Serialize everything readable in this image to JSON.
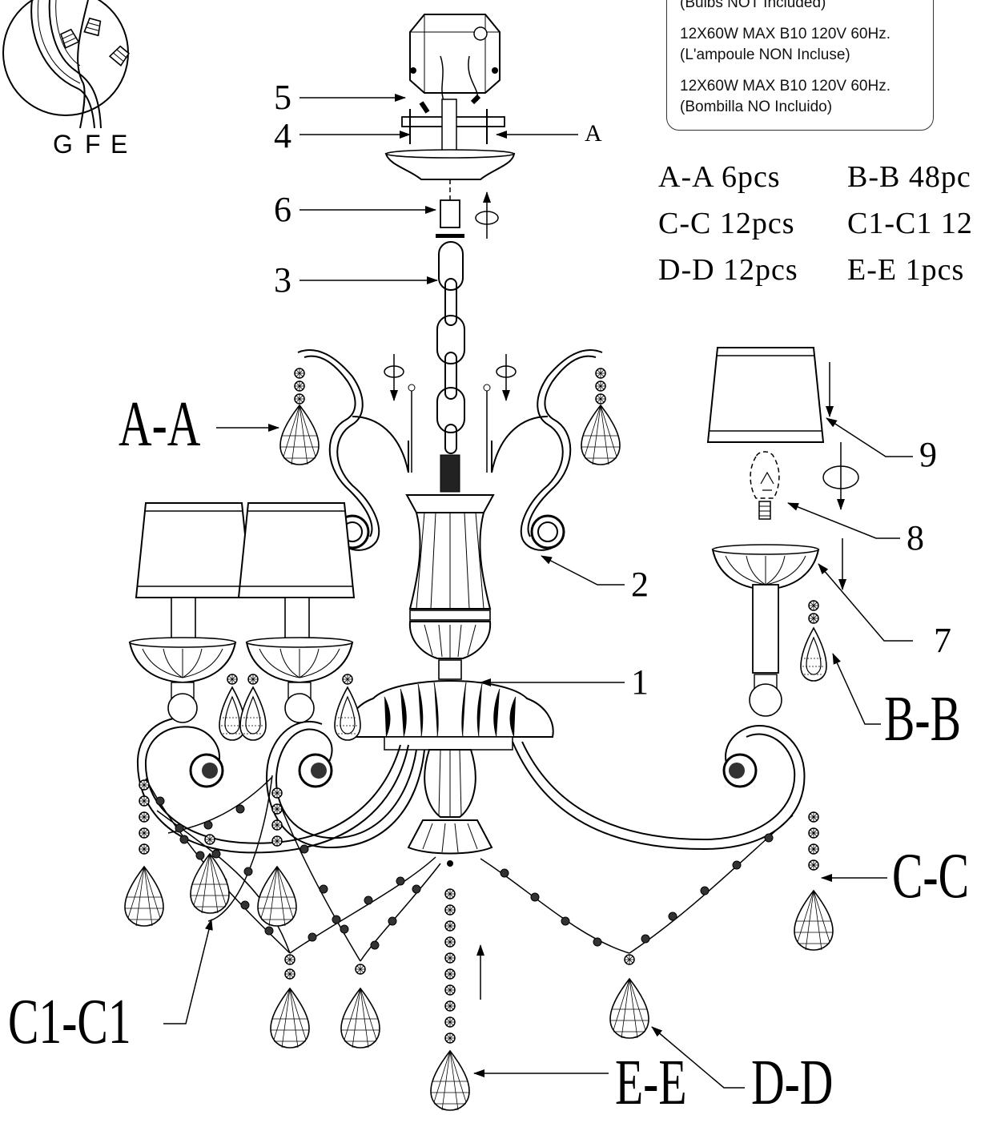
{
  "spec_box": {
    "line1": "(Bulbs NOT Included)",
    "line2": "12X60W MAX B10 120V 60Hz.",
    "line3": "(L'ampoule NON Incluse)",
    "line4": "12X60W MAX B10 120V 60Hz.",
    "line5": "(Bombilla NO Incluido)"
  },
  "parts_list": {
    "aa": "A-A  6pcs",
    "bb": "B-B  48pc",
    "cc": "C-C  12pcs",
    "c1c1": "C1-C1  12",
    "dd": "D-D  12pcs",
    "ee": "E-E  1pcs"
  },
  "wire_labels": {
    "g": "G",
    "f": "F",
    "e": "E"
  },
  "callouts": {
    "n1": "1",
    "n2": "2",
    "n3": "3",
    "n4": "4",
    "n5": "5",
    "n6": "6",
    "n7": "7",
    "n8": "8",
    "n9": "9",
    "a": "A",
    "aa": "A-A",
    "bb": "B-B",
    "cc": "C-C",
    "c1c1": "C1-C1",
    "dd": "D-D",
    "ee": "E-E"
  }
}
